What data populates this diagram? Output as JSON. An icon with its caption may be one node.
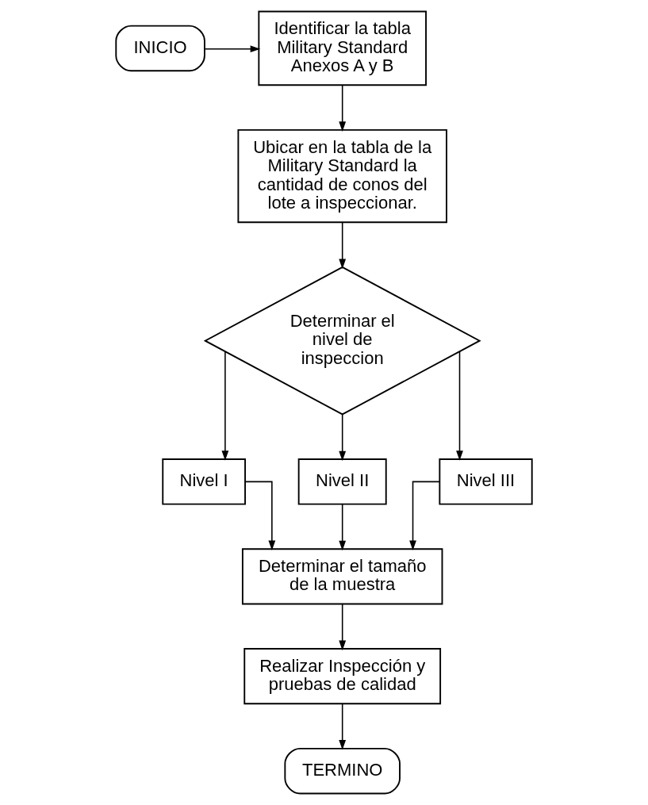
{
  "diagram": {
    "nodes": [
      {
        "text": [
          "INICIO"
        ]
      },
      {
        "text": [
          "Identificar la tabla Military Standard Anexos A y B"
        ]
      },
      {
        "text": [
          "Ubicar en la tabla de la Military Standard la cantidad de conos del lote a inspeccionar."
        ]
      },
      {
        "text": [
          "Determinar el nivel de inspeccion"
        ]
      },
      {
        "text": [
          "Nivel I"
        ]
      },
      {
        "text": [
          "Nivel II"
        ]
      },
      {
        "text": [
          "Nivel III"
        ]
      },
      {
        "text": [
          "Determinar el tamaño de la muestra"
        ]
      },
      {
        "text": [
          "Realizar Inspección y pruebas de calidad"
        ]
      },
      {
        "text": [
          "TERMINO"
        ]
      }
    ],
    "edges": [
      {
        "from": 0,
        "to": 1,
        "arrow": "to"
      },
      {
        "from": 1,
        "to": 2,
        "arrow": "to"
      },
      {
        "from": 2,
        "to": 3,
        "arrow": "to"
      },
      {
        "from": 3,
        "to": 4,
        "arrow": "to"
      },
      {
        "from": 3,
        "to": 5,
        "arrow": "to"
      },
      {
        "from": 3,
        "to": 6,
        "arrow": "to"
      },
      {
        "from": 4,
        "to": 7,
        "arrow": "to"
      },
      {
        "from": 5,
        "to": 7,
        "arrow": "to"
      },
      {
        "from": 6,
        "to": 7,
        "arrow": "to"
      },
      {
        "from": 7,
        "to": 8,
        "arrow": "to"
      },
      {
        "from": 8,
        "to": 9,
        "arrow": "to"
      }
    ]
  }
}
